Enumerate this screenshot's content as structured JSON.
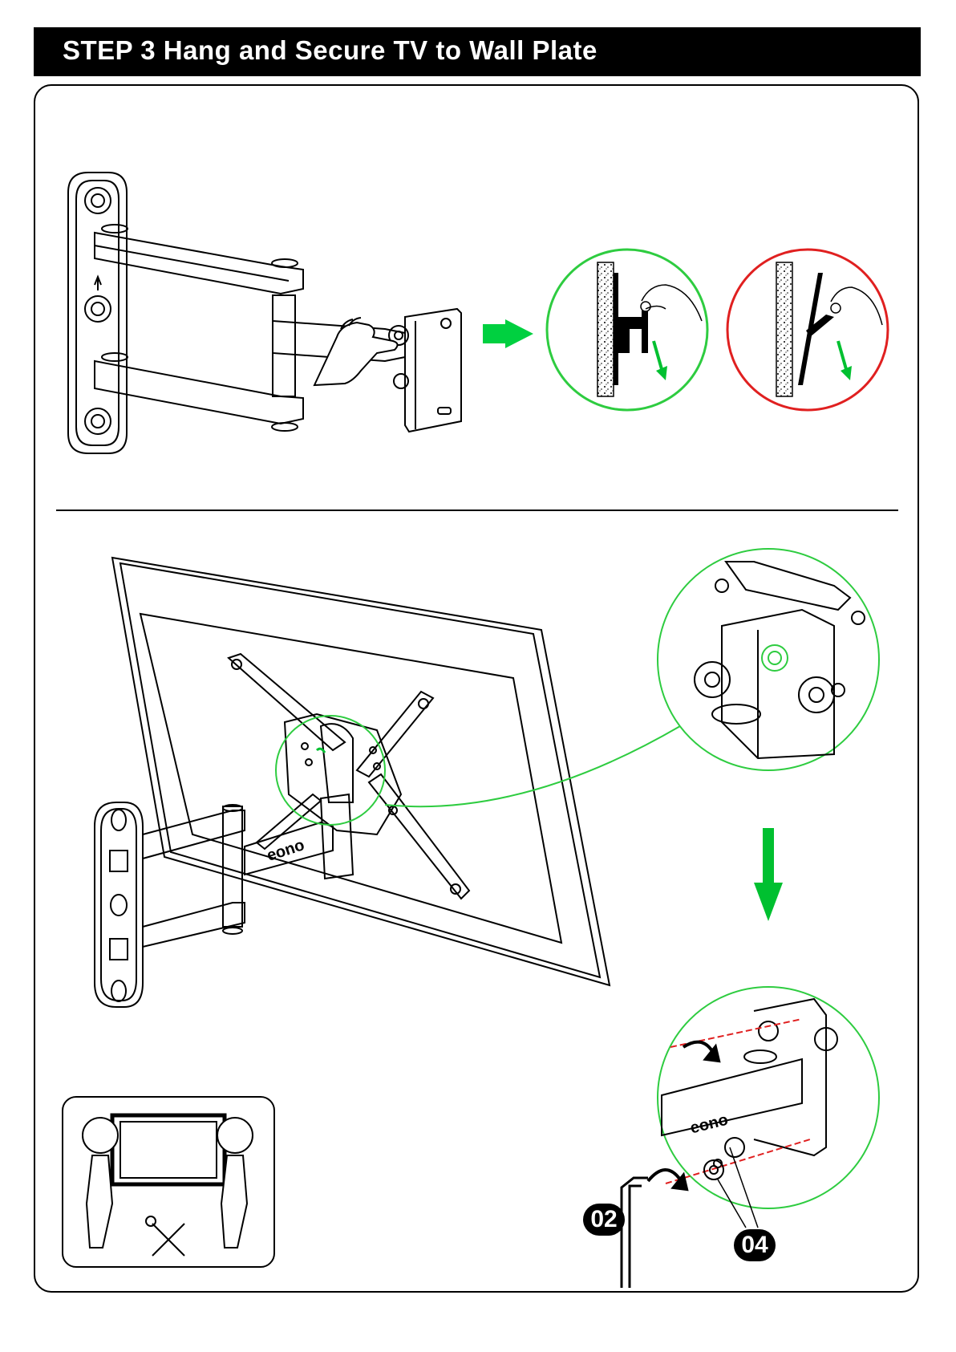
{
  "header": {
    "title": "STEP 3 Hang and Secure TV to Wall Plate"
  },
  "brand": {
    "logo_text": "eono"
  },
  "callouts": [
    {
      "id": "02"
    },
    {
      "id": "04"
    }
  ],
  "colors": {
    "correct": "#2ecc40",
    "incorrect": "#e02020",
    "accent": "#00c030",
    "ink": "#000000"
  },
  "icons": [
    "hand-icon",
    "arrow-right-icon",
    "arrow-down-icon",
    "rotate-arrow-icon",
    "hex-key-icon",
    "tools-icon",
    "two-people-icon"
  ]
}
